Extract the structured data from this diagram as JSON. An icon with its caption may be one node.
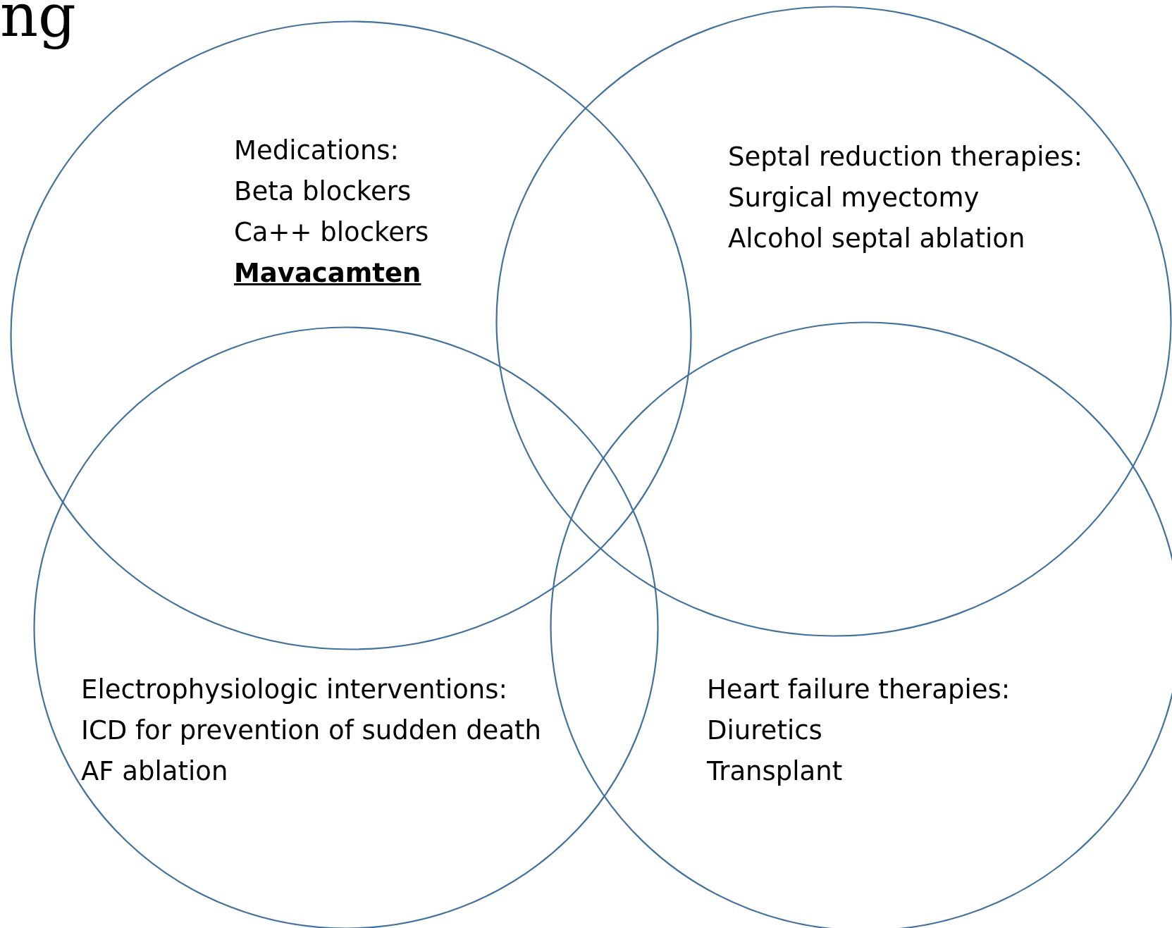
{
  "diagram": {
    "title": "ng",
    "nodes": [
      {
        "text": [
          "Medications:",
          "Beta blockers",
          "Ca++ blockers",
          "**Mavacamten**"
        ]
      },
      {
        "text": [
          "Septal reduction therapies:",
          "Surgical myectomy",
          "Alcohol septal ablation"
        ]
      },
      {
        "text": [
          "Electrophysiologic interventions:",
          "ICD for prevention of sudden death",
          "AF ablation"
        ]
      },
      {
        "text": [
          "Heart failure therapies:",
          "Diuretics",
          "Transplant"
        ]
      }
    ],
    "edges": []
  }
}
